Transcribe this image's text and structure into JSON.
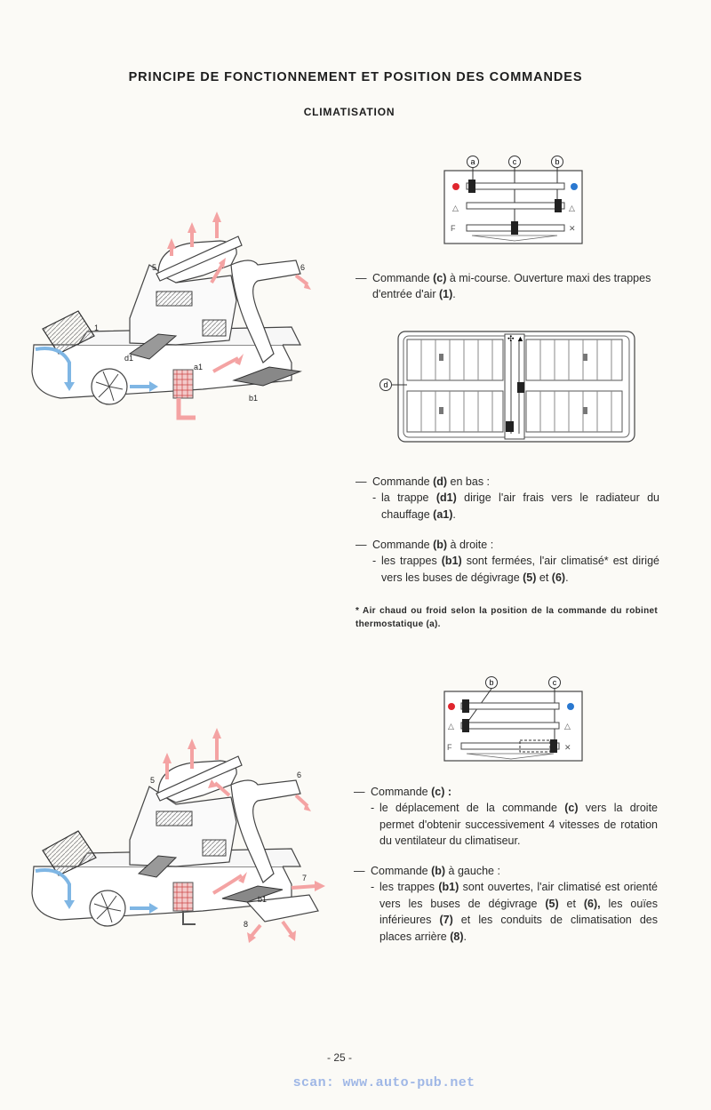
{
  "header": {
    "title": "PRINCIPE DE FONCTIONNEMENT ET POSITION DES COMMANDES",
    "subtitle": "CLIMATISATION"
  },
  "figure_labels": {
    "top": {
      "label_5": "5",
      "label_6": "6",
      "label_1": "1",
      "label_d1": "d1",
      "label_a1": "a1",
      "label_b1": "b1"
    },
    "bottom": {
      "label_5": "5",
      "label_6": "6",
      "label_7": "7",
      "label_8": "8",
      "label_b1": "b1"
    }
  },
  "panels": {
    "top": {
      "a": "a",
      "c": "c",
      "b": "b"
    },
    "vent": {
      "d": "d"
    },
    "bottom": {
      "b": "b",
      "c": "c"
    }
  },
  "section1": {
    "item1": {
      "dash": "—",
      "pre": "Commande ",
      "key": "(c)",
      "text": " à mi-course. Ouverture maxi des trappes d'entrée d'air ",
      "key2": "(1)",
      "end": "."
    },
    "item2": {
      "dash": "—",
      "pre": "Commande ",
      "key": "(d)",
      "text": " en bas :",
      "sub": {
        "bullet": "-",
        "pre": "la trappe ",
        "key": "(d1)",
        "text": " dirige l'air frais vers le radiateur du chauffage ",
        "key2": "(a1)",
        "end": "."
      }
    },
    "item3": {
      "dash": "—",
      "pre": "Commande ",
      "key": "(b)",
      "text": " à droite :",
      "sub": {
        "bullet": "-",
        "pre": "les trappes ",
        "key": "(b1)",
        "text": " sont fermées, l'air climatisé* est dirigé vers les buses de dégivrage ",
        "key2": "(5)",
        "mid": " et ",
        "key3": "(6)",
        "end": "."
      }
    },
    "note": "* Air chaud ou froid selon la position de la commande du robinet thermostatique (a)."
  },
  "section2": {
    "item1": {
      "dash": "—",
      "pre": "Commande ",
      "key": "(c) :",
      "sub": {
        "bullet": "-",
        "pre": "le déplacement de la commande ",
        "key": "(c)",
        "text": " vers la droite permet d'obtenir successivement 4 vitesses de rotation du ventilateur du climatiseur."
      }
    },
    "item2": {
      "dash": "—",
      "pre": "Commande ",
      "key": "(b)",
      "text": " à gauche :",
      "sub": {
        "bullet": "-",
        "pre": "les trappes ",
        "key": "(b1)",
        "text": " sont ouvertes, l'air climatisé est orienté vers les buses de dégivrage ",
        "key2": "(5)",
        "mid": " et ",
        "key3": "(6),",
        "text2": " les ouïes inférieures ",
        "key4": "(7)",
        "text3": " et les conduits de climatisation des places arrière ",
        "key5": "(8)",
        "end": "."
      }
    }
  },
  "footer": {
    "page_number": "- 25 -",
    "watermark": "scan: www.auto-pub.net"
  },
  "colors": {
    "hot": "#f4a3a3",
    "cold": "#7fb6e4",
    "red_dot": "#e0262e",
    "blue_dot": "#2a78d0",
    "ink": "#2a2a2a"
  }
}
